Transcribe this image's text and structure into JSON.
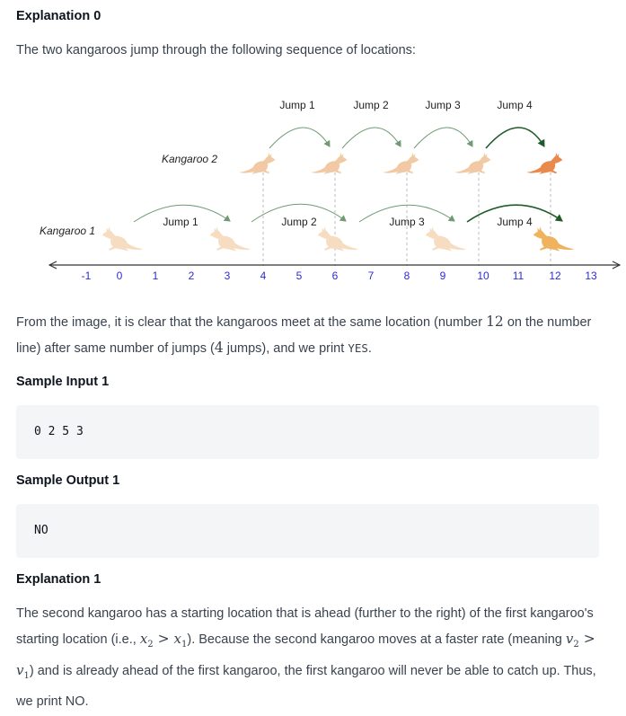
{
  "explanation0": {
    "heading": "Explanation 0",
    "intro": "The two kangaroos jump through the following sequence of locations:"
  },
  "diagram": {
    "kangaroo1_label": "Kangaroo 1",
    "kangaroo2_label": "Kangaroo 2",
    "top_jumps": [
      "Jump 1",
      "Jump 2",
      "Jump 3",
      "Jump 4"
    ],
    "bottom_jumps": [
      "Jump 1",
      "Jump 2",
      "Jump 3",
      "Jump 4"
    ],
    "tick_labels": [
      "-1",
      "0",
      "1",
      "2",
      "3",
      "4",
      "5",
      "6",
      "7",
      "8",
      "9",
      "10",
      "11",
      "12",
      "13"
    ],
    "colors": {
      "blue_ticks": "#2b2bd6",
      "light_kangaroo": "#f1c9a4",
      "k1_final": "#f0b35d",
      "k2_final": "#e98a4c",
      "arrow_light": "#6f9a73",
      "arrow_dark": "#1f5a2a"
    }
  },
  "meet_paragraph": {
    "part1": "From the image, it is clear that the kangaroos meet at the same location (number ",
    "number": "12",
    "part2": " on the number line) after same number of jumps (",
    "jumps": "4",
    "part3": " jumps), and we print ",
    "code": "YES",
    "part4": "."
  },
  "sample_input_1": {
    "heading": "Sample Input 1",
    "code": "0 2 5 3"
  },
  "sample_output_1": {
    "heading": "Sample Output 1",
    "code": "NO"
  },
  "explanation1": {
    "heading": "Explanation 1",
    "part1": "The second kangaroo has a starting location that is ahead (further to the right) of the first kangaroo's starting location (i.e., ",
    "x2": "x",
    "x2_sub": "2",
    "gt1": " > ",
    "x1": "x",
    "x1_sub": "1",
    "part2": "). Because the second kangaroo moves at a faster rate (meaning ",
    "v2": "v",
    "v2_sub": "2",
    "gt2": " > ",
    "v1": "v",
    "v1_sub": "1",
    "part3": ") and is already ahead of the first kangaroo, the first kangaroo will never be able to catch up. Thus, we print NO."
  }
}
